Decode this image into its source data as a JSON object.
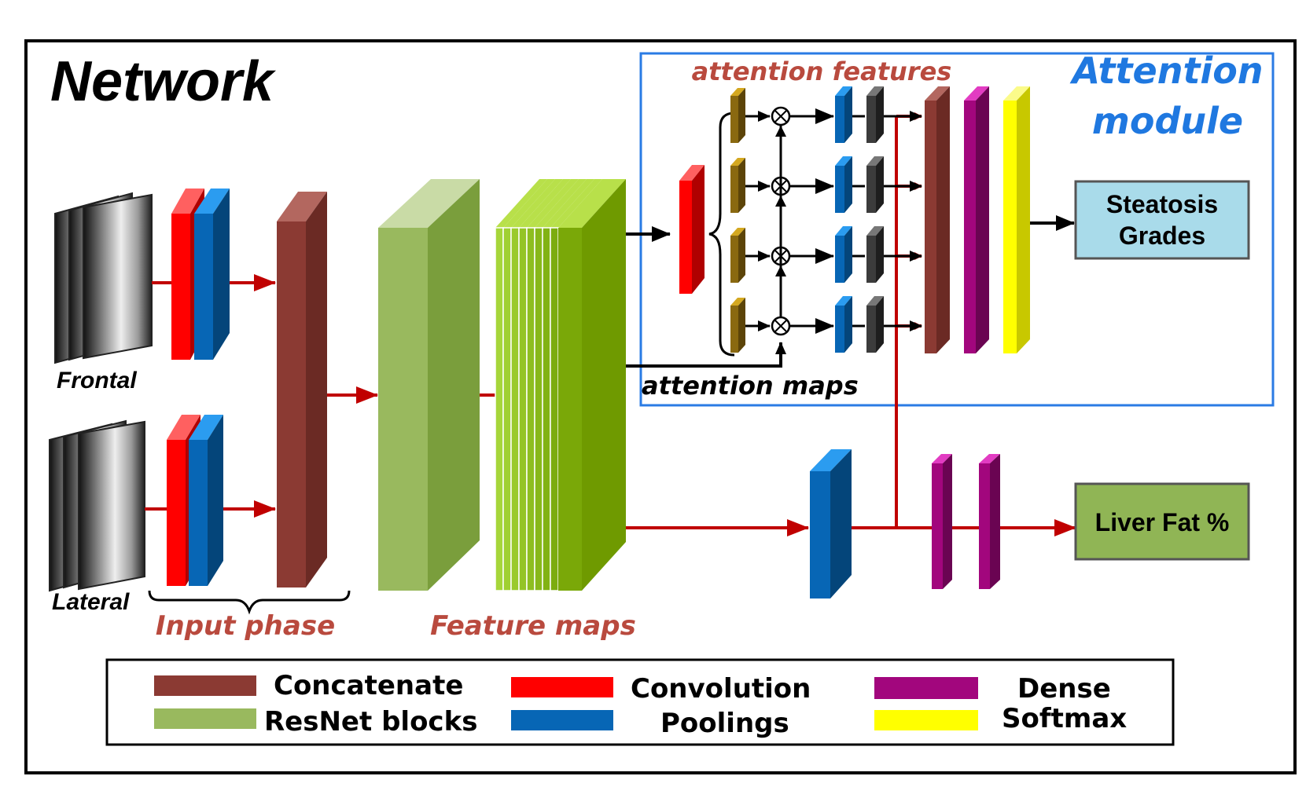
{
  "title": "Network",
  "inputs": {
    "frontal": "Frontal",
    "lateral": "Lateral"
  },
  "phases": {
    "input": "Input phase",
    "features": "Feature maps"
  },
  "attention": {
    "features_label": "attention features",
    "maps_label": "attention maps",
    "module_line1": "Attention",
    "module_line2": "module"
  },
  "outputs": {
    "steatosis_line1": "Steatosis",
    "steatosis_line2": "Grades",
    "liver_fat": "Liver Fat %"
  },
  "legend": {
    "concatenate": "Concatenate",
    "resnet": "ResNet blocks",
    "convolution": "Convolution",
    "poolings": "Poolings",
    "dense": "Dense",
    "softmax": "Softmax"
  },
  "colors": {
    "concatenate": "#8b3a33",
    "resnet": "#8aaa4c",
    "convolution": "#ff0000",
    "pooling": "#0766b5",
    "dense": "#a2067d",
    "softmax": "#ffff00",
    "attention_feature": "#8a6910",
    "dark_block": "#3c3c3c",
    "red_arrow": "#c00000",
    "module_border": "#2a7be4",
    "steatosis_box": "#a9dbea",
    "liver_box": "#90b555"
  }
}
